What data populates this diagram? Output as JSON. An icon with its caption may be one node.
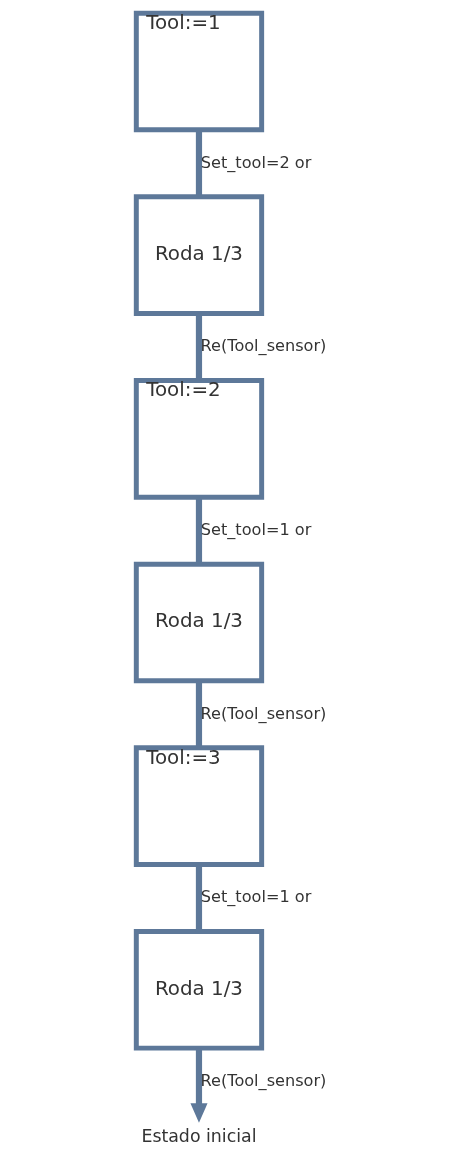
{
  "diagram": {
    "nodes": [
      {
        "text": [
          "Tool:=1"
        ]
      },
      {
        "text": [
          "Roda 1/3"
        ]
      },
      {
        "text": [
          "Tool:=2"
        ]
      },
      {
        "text": [
          "Roda 1/3"
        ]
      },
      {
        "text": [
          "Tool:=3"
        ]
      },
      {
        "text": [
          "Roda 1/3"
        ]
      },
      {
        "text": [
          "Estado inicial"
        ]
      }
    ],
    "edges": [
      {
        "from": 0,
        "to": 1,
        "arrow": "none",
        "label": "Set_tool=2 or"
      },
      {
        "from": 1,
        "to": 2,
        "arrow": "none",
        "label": "Re(Tool_sensor)"
      },
      {
        "from": 2,
        "to": 3,
        "arrow": "none",
        "label": "Set_tool=1 or"
      },
      {
        "from": 3,
        "to": 4,
        "arrow": "none",
        "label": "Re(Tool_sensor)"
      },
      {
        "from": 4,
        "to": 5,
        "arrow": "none",
        "label": "Set_tool=1 or"
      },
      {
        "from": 5,
        "to": 6,
        "arrow": "to",
        "label": "Re(Tool_sensor)"
      }
    ]
  }
}
